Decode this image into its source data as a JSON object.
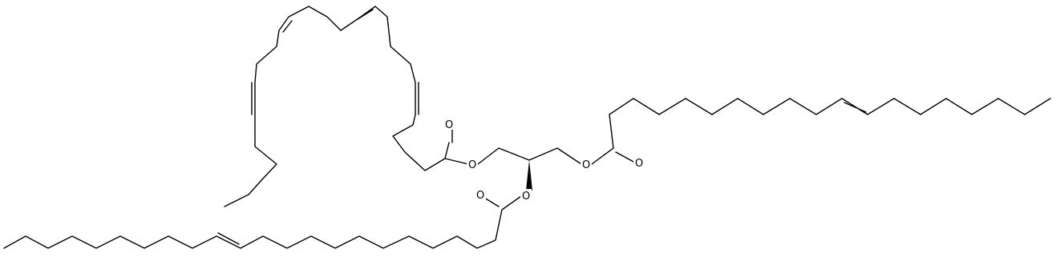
{
  "molecule": {
    "atoms": [
      {
        "id": "O1",
        "label": "O"
      },
      {
        "id": "O2",
        "label": "O"
      },
      {
        "id": "O3",
        "label": "O"
      },
      {
        "id": "O4",
        "label": "O"
      },
      {
        "id": "O5",
        "label": "O"
      },
      {
        "id": "O6",
        "label": "O"
      }
    ],
    "stereo": "wedge"
  }
}
